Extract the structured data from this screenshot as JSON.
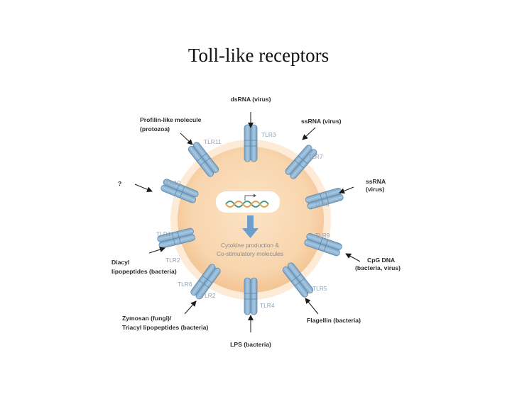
{
  "title": "Toll-like receptors",
  "colors": {
    "cell_fill": "#f8d5ad",
    "cell_halo": "#fdebd8",
    "receptor": "#8fb5d3",
    "receptor_edge": "#5e88ad",
    "tlr_label": "#8ea1b4",
    "arrow": "#1a1a1a",
    "signal_arrow": "#6e9fcb",
    "dna_a": "#4a9a8c",
    "dna_b": "#e0a24a"
  },
  "center": {
    "line1": "Cytokine production &",
    "line2": "Co-stimulatory molecules"
  },
  "receptors": [
    {
      "id": "tlr3",
      "tlr": "TLR3",
      "ligand": [
        "dsRNA  (virus)"
      ]
    },
    {
      "id": "tlr7",
      "tlr": "TLR7",
      "ligand": [
        "ssRNA (virus)"
      ]
    },
    {
      "id": "tlr8",
      "tlr": "TLR8",
      "ligand": [
        "ssRNA",
        "(virus)"
      ]
    },
    {
      "id": "tlr9",
      "tlr": "TLR9",
      "ligand": [
        "CpG DNA",
        "(bacteria, virus)"
      ]
    },
    {
      "id": "tlr5",
      "tlr": "TLR5",
      "ligand": [
        "Flagellin (bacteria)"
      ]
    },
    {
      "id": "tlr4",
      "tlr": "TLR4",
      "ligand": [
        "LPS (bacteria)"
      ]
    },
    {
      "id": "tlr6-2",
      "tlr": "TLR6",
      "tlr2": "TLR2",
      "ligand": [
        "Zymosan (fungi)/",
        "Triacyl lipopeptides (bacteria)"
      ]
    },
    {
      "id": "tlr1-2",
      "tlr": "TLR1",
      "tlr2": "TLR2",
      "ligand": [
        "Diacyl",
        "lipopeptides (bacteria)"
      ]
    },
    {
      "id": "tlr10",
      "tlr": "TLR10",
      "ligand": [
        "?"
      ]
    },
    {
      "id": "tlr11",
      "tlr": "TLR11",
      "ligand": [
        "Profilin-like molecule",
        "(protozoa)"
      ]
    }
  ]
}
